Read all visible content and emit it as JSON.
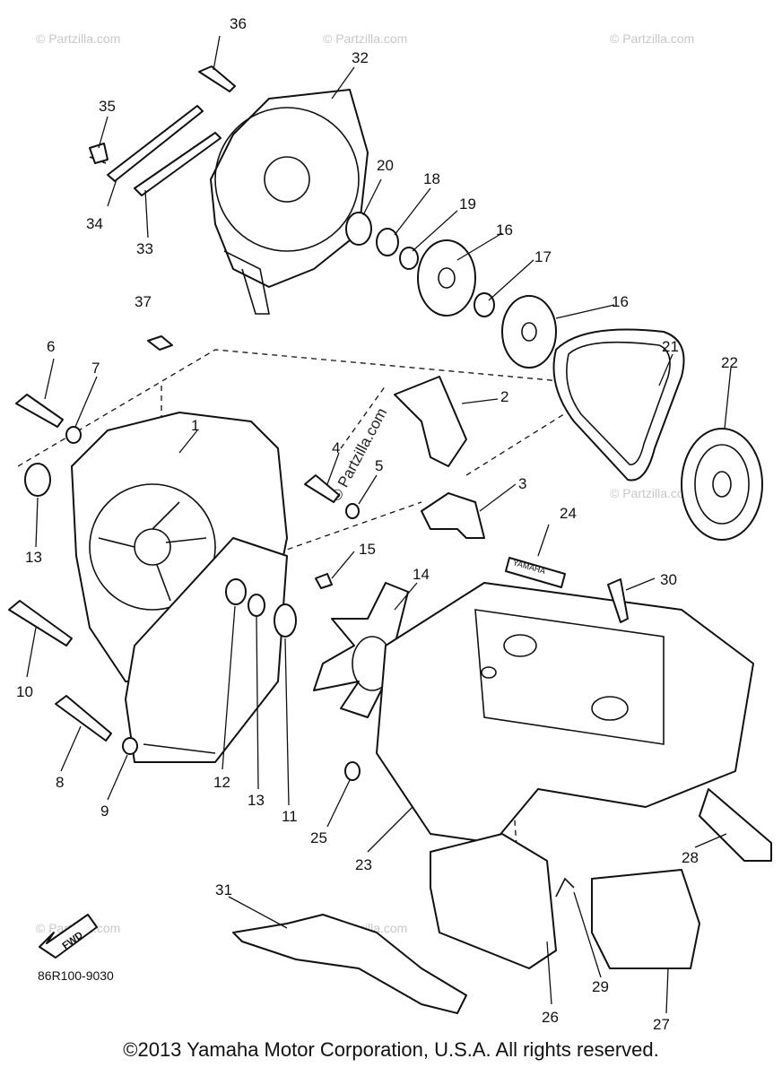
{
  "diagram": {
    "callouts": [
      "36",
      "32",
      "35",
      "20",
      "18",
      "19",
      "16",
      "34",
      "33",
      "17",
      "37",
      "16",
      "21",
      "22",
      "6",
      "7",
      "2",
      "1",
      "4",
      "5",
      "13",
      "3",
      "24",
      "15",
      "14",
      "30",
      "10",
      "12",
      "13",
      "11",
      "8",
      "9",
      "25",
      "23",
      "28",
      "31",
      "26",
      "29",
      "27"
    ],
    "fwd_label": "FWD",
    "drawing_number": "86R100-9030",
    "logo_text": "YAMAHA",
    "watermark": "© Partzilla.com"
  },
  "footer": {
    "copyright": "©2013 Yamaha Motor Corporation, U.S.A. All rights reserved."
  }
}
